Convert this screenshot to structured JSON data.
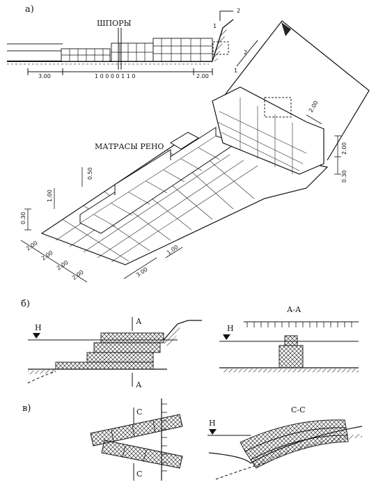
{
  "panels": {
    "a": "а)",
    "b": "б)",
    "c": "в)"
  },
  "labels": {
    "spurs": "ШПОРЫ",
    "reno_mattresses": "МАТРАСЫ РЕНО",
    "section_aa": "А-А",
    "section_cc": "С-С",
    "water_level": "H",
    "mark_a": "А",
    "mark_c": "С"
  },
  "section_marks": {
    "m1": "1",
    "m2": "2"
  },
  "top_dimensions": {
    "left": "3.00",
    "middle": "1 0 0 0 0 1 1 0",
    "right": "2.00"
  },
  "iso_dimensions": {
    "d_right_top": "2.00",
    "d_right_mid": "2.00",
    "d_right_low": "0.30",
    "d_050": "0.50",
    "d_100": "1.00",
    "d_030": "0.30",
    "d_100b": "1.00",
    "d_300": "3.00",
    "bottom": [
      "2.00",
      "2.00",
      "2.00",
      "2.00"
    ]
  }
}
